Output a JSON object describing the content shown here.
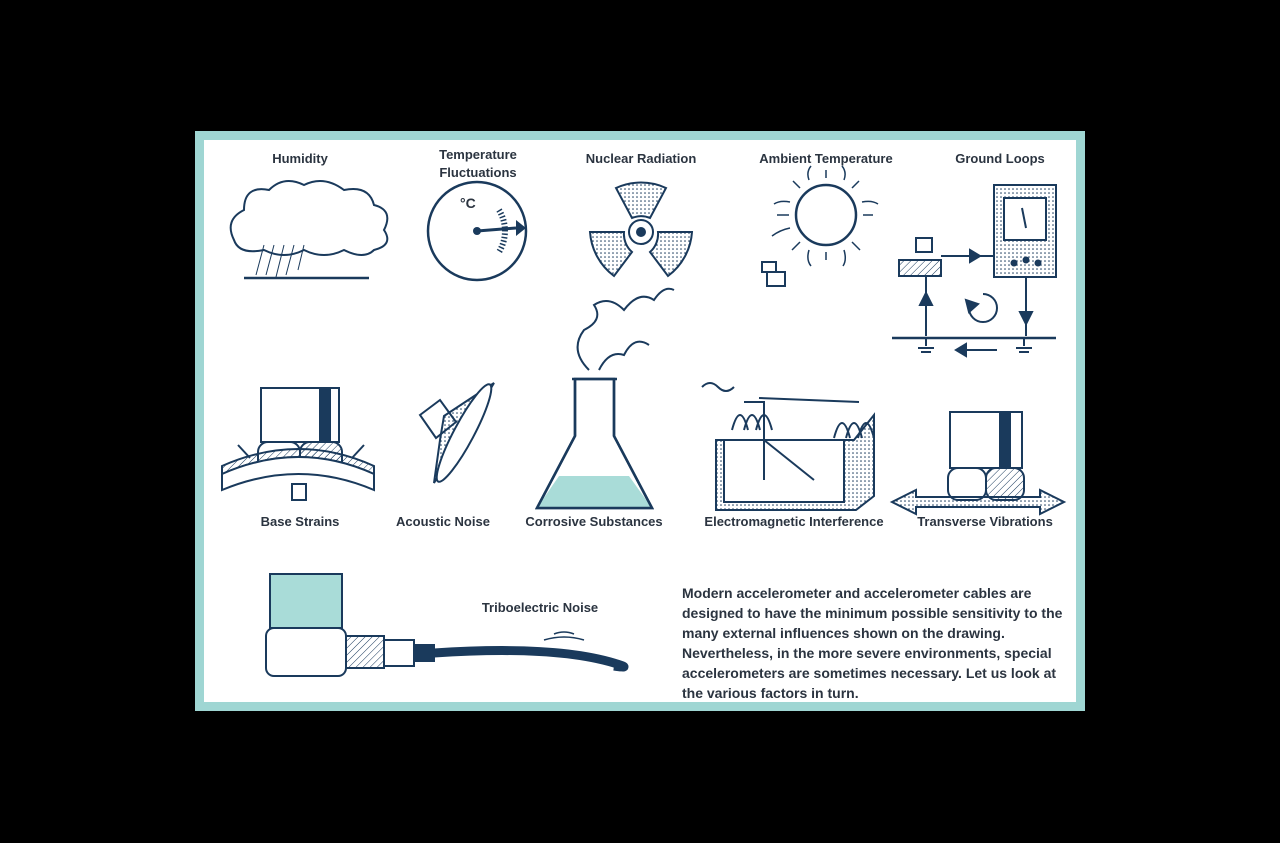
{
  "labels": {
    "humidity": "Humidity",
    "temperature_fluctuations_line1": "Temperature",
    "temperature_fluctuations_line2": "Fluctuations",
    "nuclear_radiation": "Nuclear Radiation",
    "ambient_temperature": "Ambient Temperature",
    "ground_loops": "Ground Loops",
    "base_strains": "Base Strains",
    "acoustic_noise": "Acoustic Noise",
    "corrosive_substances": "Corrosive Substances",
    "electromagnetic_interference": "Electromagnetic Interference",
    "transverse_vibrations": "Transverse Vibrations",
    "triboelectric_noise": "Triboelectric Noise",
    "celsius_symbol": "°C"
  },
  "description": "Modern accelerometer and accelerometer cables are designed to have the minimum possible sensitivity to the many external influences shown on the drawing. Nevertheless, in the more severe environments, special accelerometers are sometimes necessary. Let us look at the various factors in turn.",
  "colors": {
    "frame": "#9fd6d3",
    "ink": "#1a3a5c",
    "accent": "#a9dcd8",
    "text": "#2b3440"
  }
}
